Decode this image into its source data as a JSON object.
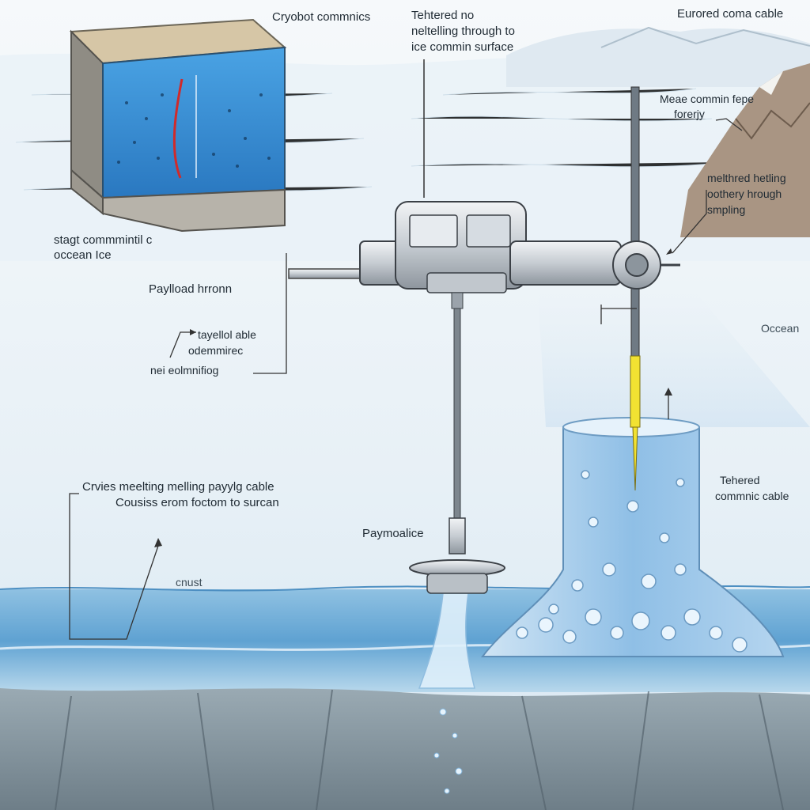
{
  "labels": {
    "cryobot_comms": "Cryobot commnics",
    "tethered_top": [
      "Tehtered no",
      "neltelling through to",
      "ice commin surface"
    ],
    "europa_cable": "Eurored coma cable",
    "meae": [
      "Meae commin fepe",
      "forerjy"
    ],
    "melthred": [
      "melthred hetling",
      "oothery hrough",
      "smpling"
    ],
    "stagt": [
      "stagt commmintil c",
      "occean Ice"
    ],
    "payload_hronn": "Paylload hrronn",
    "tayello": [
      "tayellol able",
      "odemmirec",
      "nei eolmnifiog"
    ],
    "ocean": "Occean",
    "melting_cable": [
      "Crvies meelting melling payylg cable",
      "Cousiss erom foctom to surcan"
    ],
    "tethered_right": [
      "Tehered",
      "commnic cable"
    ],
    "paymoalice": "Paymoalice",
    "crust": "cnust"
  },
  "colors": {
    "ice_block_water": "#3a8fd6",
    "probe_tether": "#f2e232",
    "ocean_surface": "#7fb6dc",
    "melt_column": "#9ec9ea",
    "rock_bed": "#8a9aa3"
  },
  "icons": [
    "ice-core-block-icon",
    "cryobot-probe-icon",
    "melt-column-icon",
    "mountain-icon"
  ]
}
